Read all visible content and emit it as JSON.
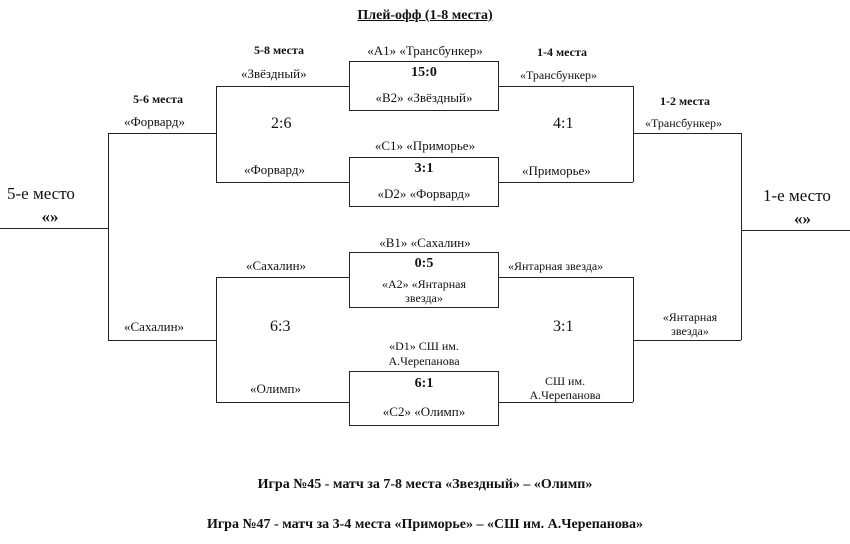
{
  "title": "Плей-офф (1-8 места)",
  "headers": {
    "r1_left": "5-8 места",
    "r1_right": "1-4 места",
    "final_left": "5-6 места",
    "final_right": "1-2 места"
  },
  "matches": {
    "m1": {
      "top": "«А1» «Трансбункер»",
      "score": "15:0",
      "bottom": "«В2» «Звёздный»"
    },
    "m2": {
      "top": "«С1» «Приморье»",
      "score": "3:1",
      "bottom": "«D2» «Форвард»"
    },
    "m3": {
      "top": "«В1» «Сахалин»",
      "score": "0:5",
      "bottom_l1": "«А2» «Янтарная",
      "bottom_l2": "звезда»"
    },
    "m4": {
      "top_l1": "«D1» СШ им.",
      "top_l2": "А.Черепанова",
      "score": "6:1",
      "bottom": "«С2» «Олимп»"
    }
  },
  "left_bracket": {
    "losers_top": "«Звёздный»",
    "losers_mid": "«Форвард»",
    "losers_low": "«Сахалин»",
    "losers_bottom": "«Олимп»",
    "score_top": "2:6",
    "score_bottom": "6:3",
    "final_top": "«Форвард»",
    "final_bottom": "«Сахалин»",
    "place_label": "5-е место",
    "place_value": "«»"
  },
  "right_bracket": {
    "winners_top": "«Трансбункер»",
    "winners_mid": "«Приморье»",
    "winners_low": "«Янтарная звезда»",
    "winners_bottom_l1": "СШ им.",
    "winners_bottom_l2": "А.Черепанова",
    "score_top": "4:1",
    "score_bottom": "3:1",
    "final_top": "«Трансбункер»",
    "final_bottom_l1": "«Янтарная",
    "final_bottom_l2": "звезда»",
    "place_label": "1-е место",
    "place_value": "«»"
  },
  "footer": {
    "game45": "Игра №45 - матч за 7-8 места «Звездный» – «Олимп»",
    "game47": "Игра №47 -  матч за 3-4 места «Приморье» – «СШ им. А.Черепанова»"
  }
}
